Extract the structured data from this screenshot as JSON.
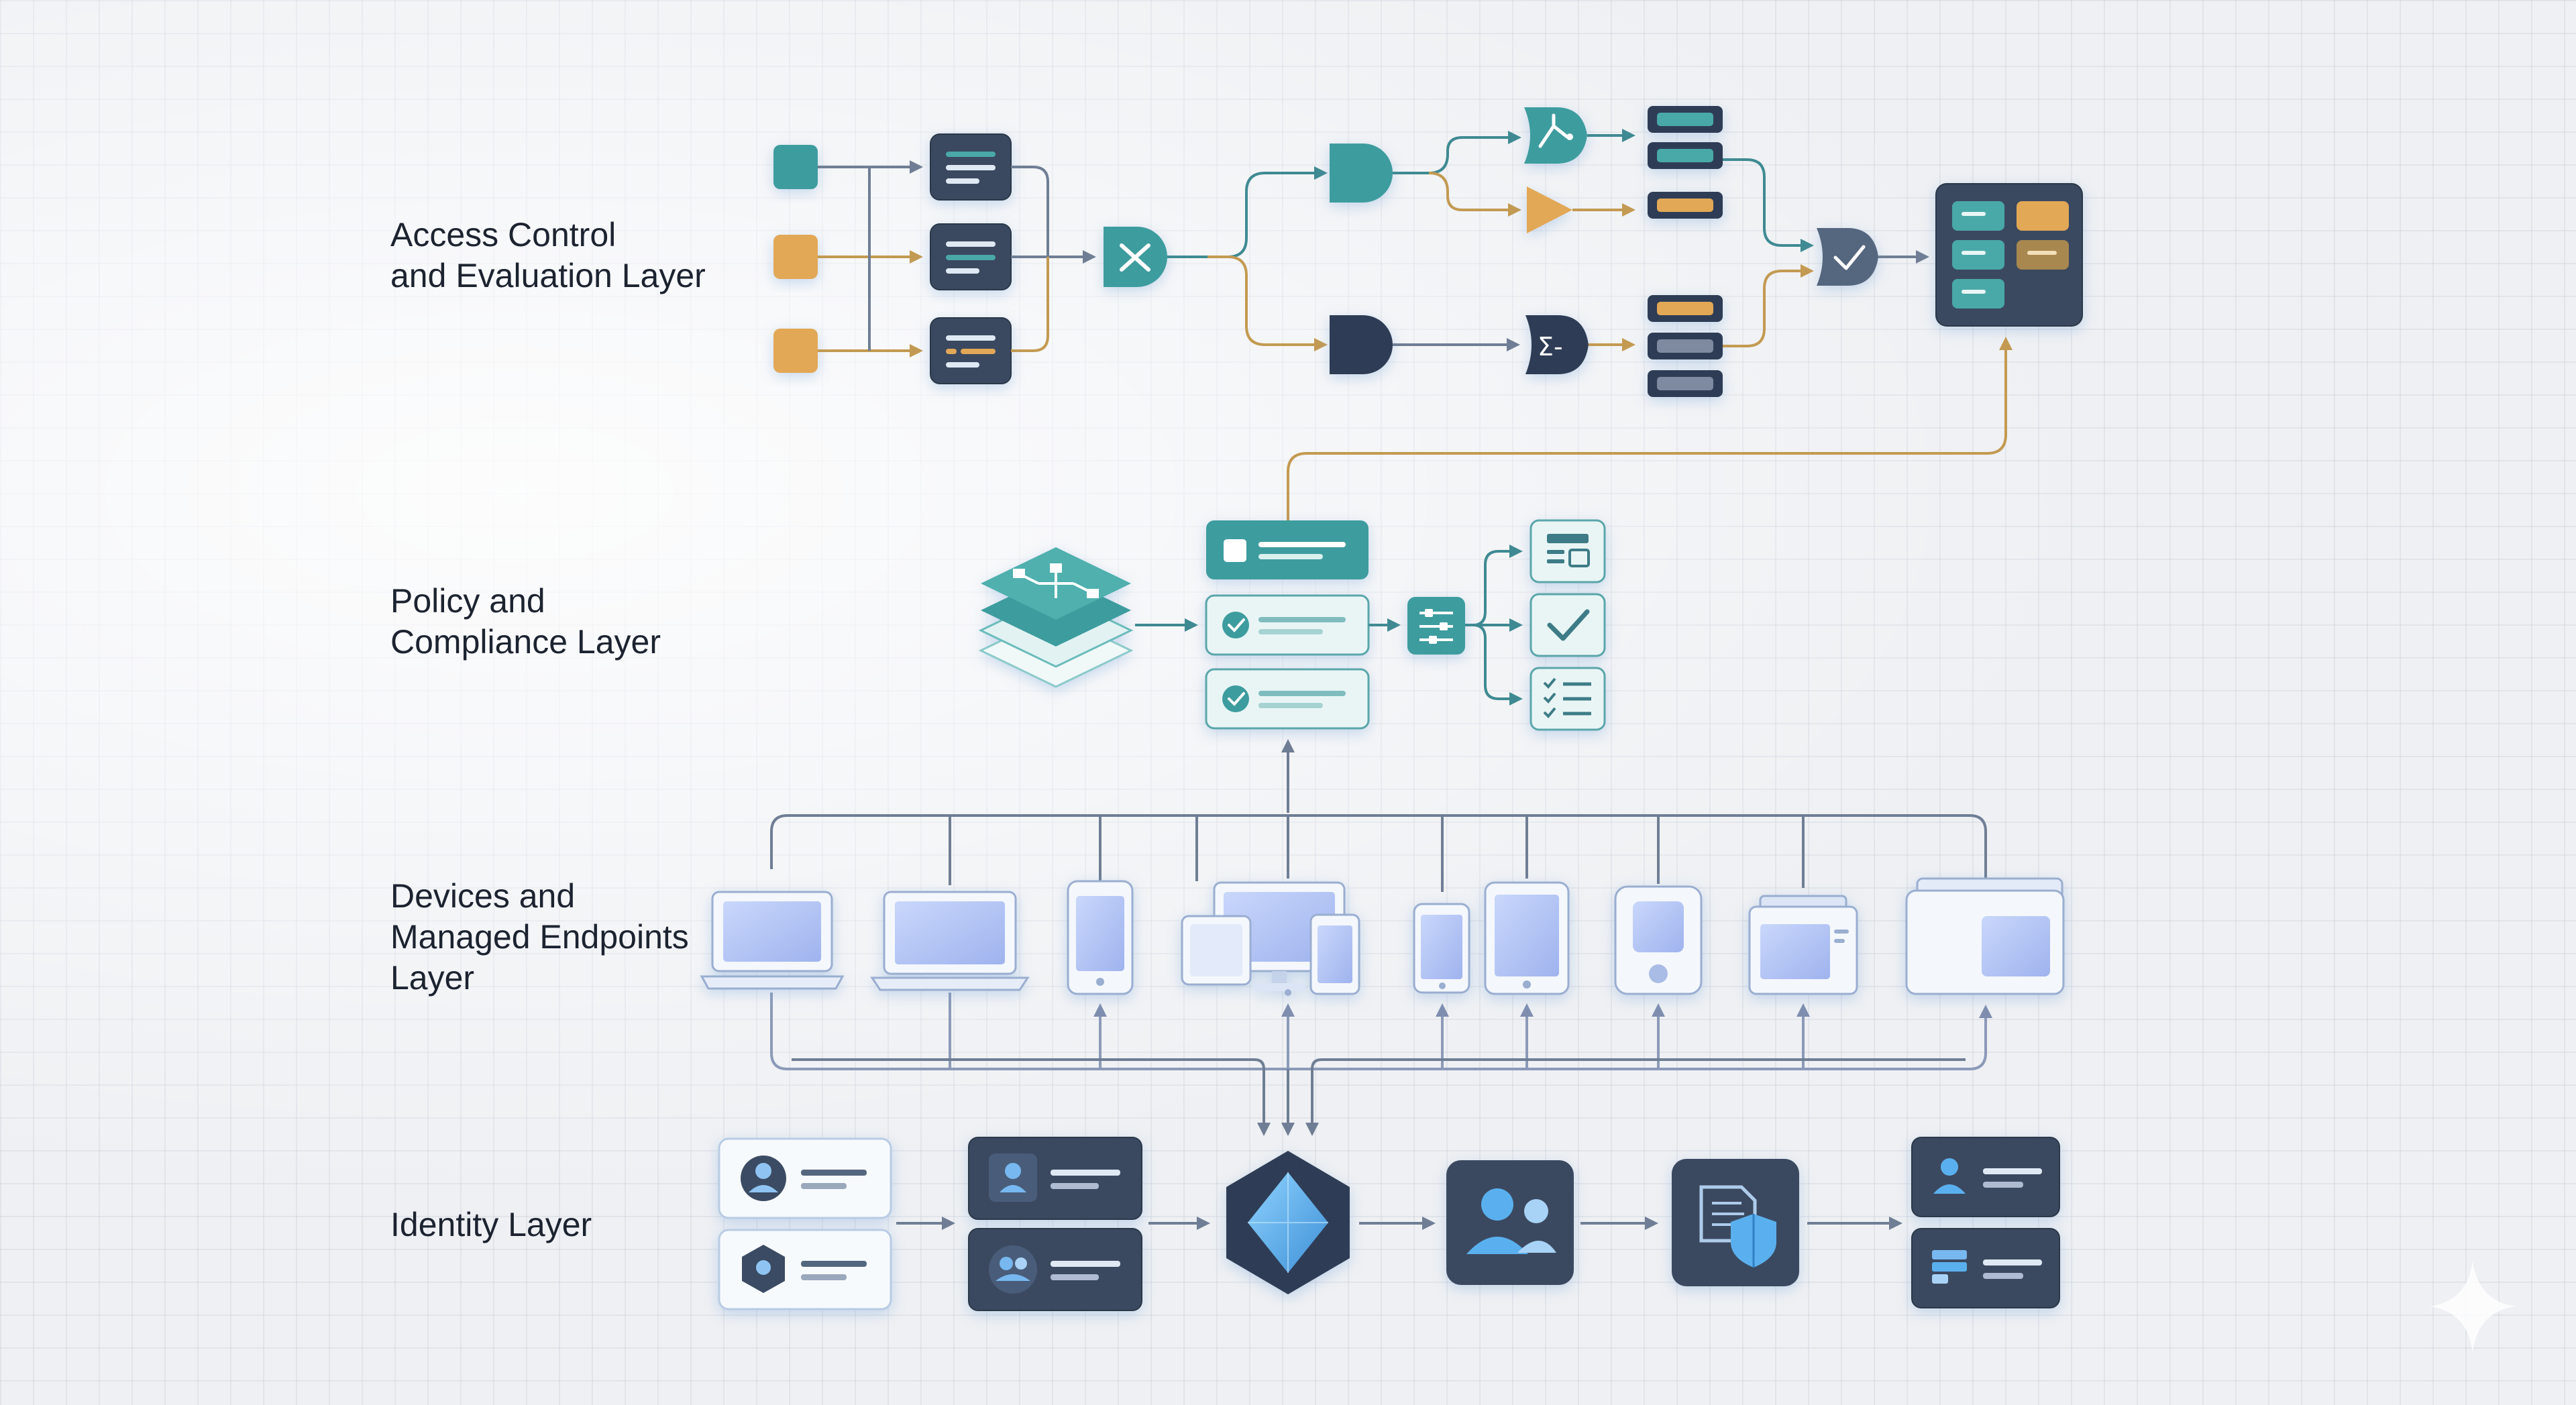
{
  "layers": {
    "access": "Access Control\nand Evaluation Layer",
    "policy": "Policy and\nCompliance Layer",
    "devices": "Devices and\nManaged Endpoints\nLayer",
    "identity": "Identity Layer"
  },
  "colors": {
    "teal": "#3e9c9e",
    "gold": "#e2a857",
    "navy": "#2f3d55",
    "identity_blue": "#4aa3e0"
  },
  "icons": [
    "teal-input-square-icon",
    "gold-input-square-icon",
    "record-card-icon",
    "switch-gate-icon",
    "and-gate-icon",
    "or-gate-icon",
    "split-gate-icon",
    "play-triangle-icon",
    "sum-gate-icon",
    "check-gate-icon",
    "dashboard-card-icon",
    "stacked-layers-icon",
    "policy-card-icon",
    "filter-sliders-icon",
    "form-icon",
    "checkmark-icon",
    "checklist-icon",
    "laptop-icon",
    "phone-icon",
    "desktop-bundle-icon",
    "tablet-icon",
    "kiosk-icon",
    "display-monitor-icon",
    "user-card-icon",
    "identity-diamond-icon",
    "user-group-icon",
    "document-shield-icon",
    "sparkle-icon"
  ]
}
